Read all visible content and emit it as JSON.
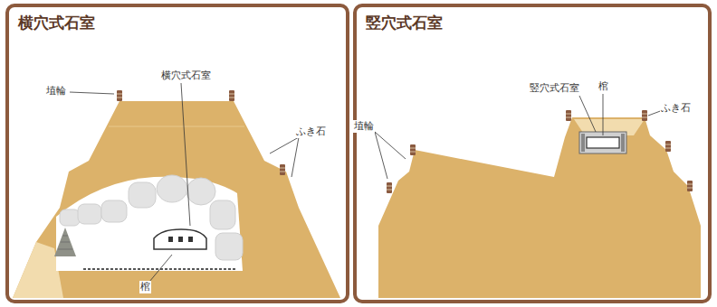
{
  "diagram": {
    "nodes": [
      {
        "text": [
          "横穴式石室"
        ]
      },
      {
        "text": [
          "竪穴式石室"
        ]
      }
    ],
    "labels": [
      "埴輪",
      "横穴式石室",
      "ふき石",
      "棺",
      "竪穴式石室",
      "棺",
      "ふき石",
      "埴輪"
    ]
  }
}
